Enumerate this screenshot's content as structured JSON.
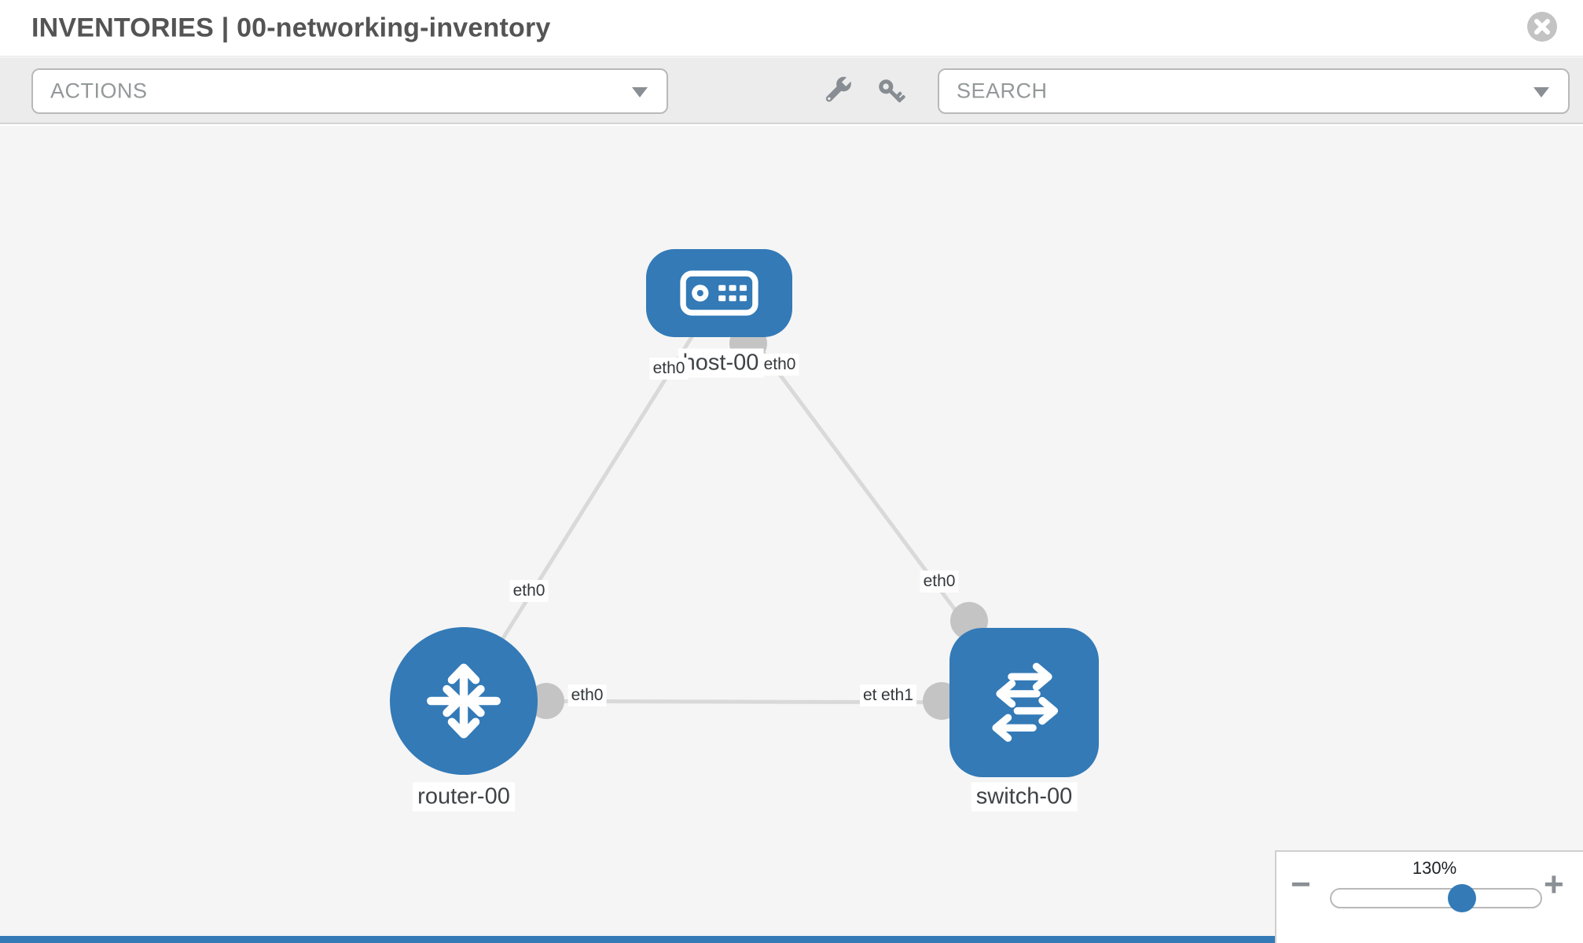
{
  "header": {
    "title": "INVENTORIES | 00-networking-inventory"
  },
  "toolbar": {
    "actions_placeholder": "ACTIONS",
    "search_placeholder": "SEARCH",
    "icon_buttons": [
      "wrench-icon",
      "key-icon"
    ]
  },
  "canvas": {
    "nodes": [
      {
        "id": "host-00",
        "type": "host",
        "label": "host-00"
      },
      {
        "id": "router-00",
        "type": "router",
        "label": "router-00"
      },
      {
        "id": "switch-00",
        "type": "switch",
        "label": "switch-00"
      }
    ],
    "links": [
      {
        "source": "router-00",
        "source_if": "eth0",
        "target": "host-00",
        "target_if": "eth0"
      },
      {
        "source": "switch-00",
        "source_if": "eth0",
        "target": "host-00",
        "target_if": "eth0"
      },
      {
        "source": "router-00",
        "source_if": "eth0",
        "target": "switch-00",
        "target_if": "eth1",
        "target_if_overlapped": "eth0"
      }
    ]
  },
  "zoom_control": {
    "level": "130%",
    "zoom_out_glyph": "−",
    "zoom_in_glyph": "+",
    "slider_percent": 64
  },
  "colors": {
    "node_blue": "#337ab7",
    "link_gray": "#d9d9d9",
    "connector_gray": "#c4c4c4",
    "strip_blue": "#337ab7"
  }
}
